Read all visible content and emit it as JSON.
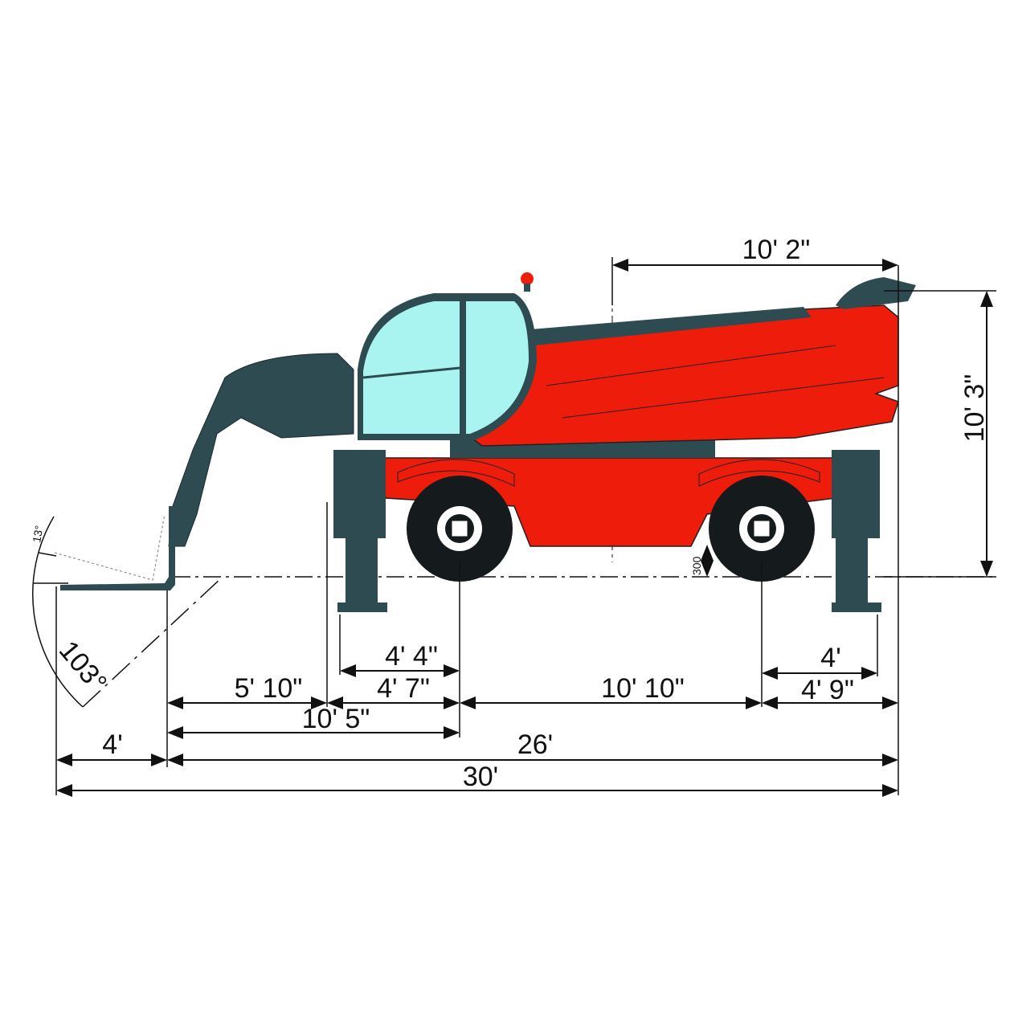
{
  "colors": {
    "body": "#ee1c0a",
    "boom": "#2f4b52",
    "glass": "#a9f3f0",
    "tyre": "#151a1c",
    "line": "#111111"
  },
  "dimensions": {
    "boom_overhang": "10' 2\"",
    "height": "10' 3\"",
    "stabilizer_front_inner": "4' 4\"",
    "stabilizer_front_outer": "4' 7\"",
    "front_overhang": "5' 10\"",
    "wheelbase": "10' 10\"",
    "stabilizer_rear_inner": "4'",
    "rear_overhang": "4' 9\"",
    "fork_to_axle": "10' 5\"",
    "fork_length": "4'",
    "length_without_forks": "26'",
    "overall_length": "30'",
    "ground_clearance": "300",
    "fork_tilt_down": "13°",
    "fork_tilt_range": "103°"
  }
}
